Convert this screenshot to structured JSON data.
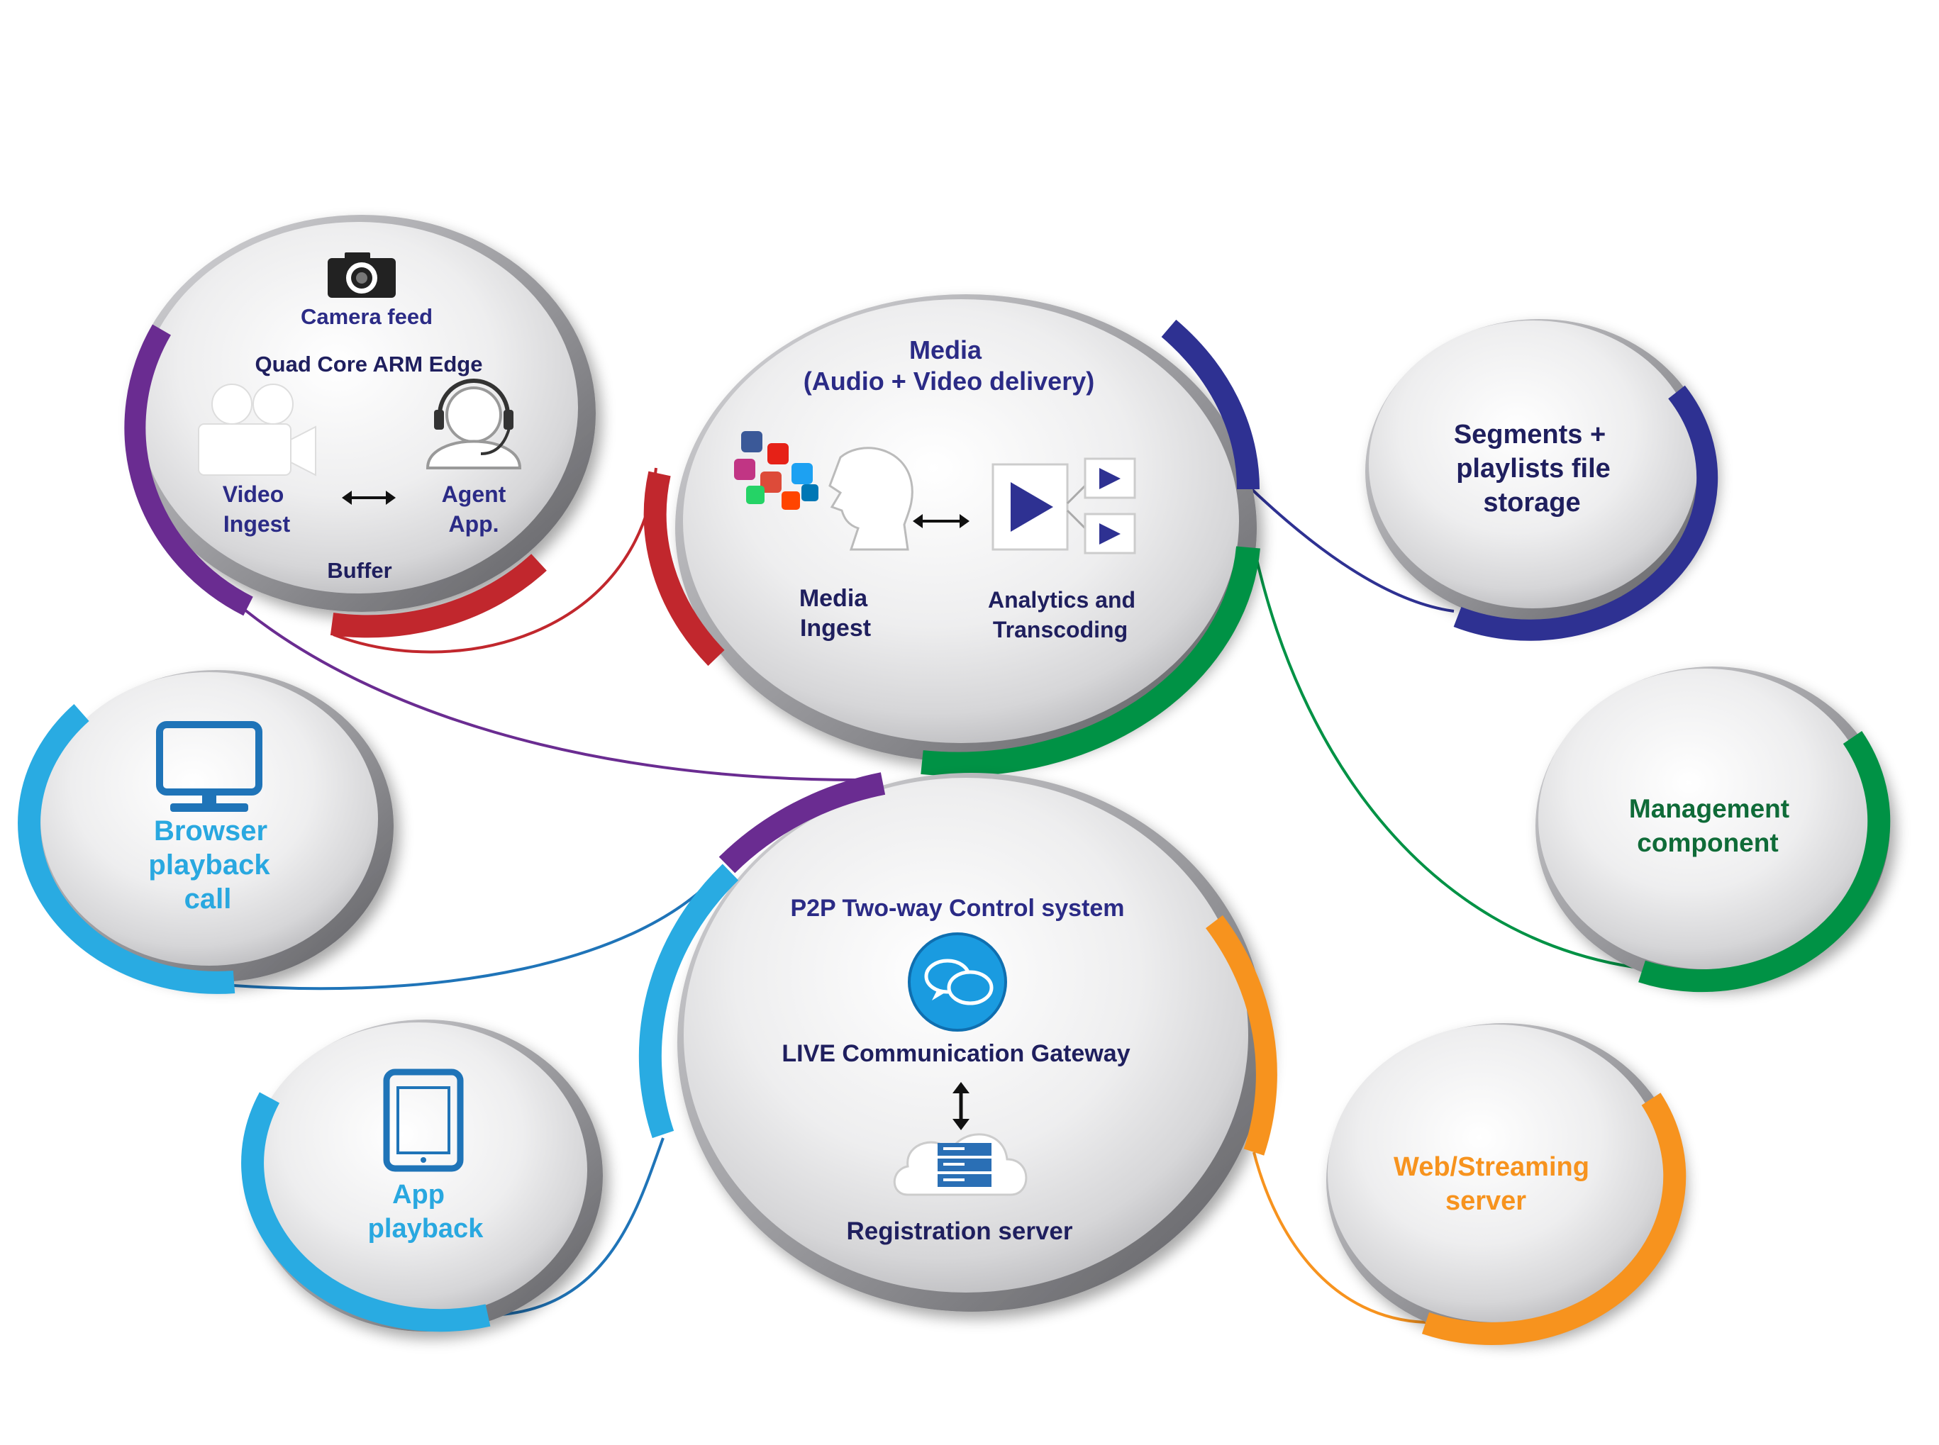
{
  "colors": {
    "purple": "#6a2c91",
    "red": "#c1272d",
    "navy": "#2e3192",
    "green": "#009245",
    "light_blue": "#29abe2",
    "orange": "#f7931e",
    "text_dark": "#1f1f5e",
    "text_blue": "#2b2b86",
    "text_green": "#0f6b38"
  },
  "edge": {
    "camera_feed": "Camera feed",
    "device": "Quad Core ARM Edge",
    "video_ingest_l1": "Video",
    "video_ingest_l2": "Ingest",
    "agent_l1": "Agent",
    "agent_l2": "App.",
    "buffer": "Buffer",
    "icons": [
      "camera-icon",
      "video-camera-icon",
      "headset-agent-icon",
      "bidirectional-arrow-icon"
    ]
  },
  "media": {
    "title_l1": "Media",
    "title_l2": "(Audio + Video delivery)",
    "ingest_l1": "Media",
    "ingest_l2": "Ingest",
    "analytics_l1": "Analytics and",
    "analytics_l2": "Transcoding",
    "icons": [
      "social-media-icons",
      "speaking-head-icon",
      "play-transcode-icon",
      "bidirectional-arrow-icon"
    ]
  },
  "storage": {
    "l1": "Segments +",
    "l2": "playlists file",
    "l3": "storage"
  },
  "management": {
    "l1": "Management",
    "l2": "component"
  },
  "browser": {
    "l1": "Browser",
    "l2": "playback",
    "l3": "call",
    "icon": "monitor-icon"
  },
  "app": {
    "l1": "App",
    "l2": "playback",
    "icon": "tablet-icon"
  },
  "control": {
    "title": "P2P Two-way Control system",
    "gateway": "LIVE Communication Gateway",
    "server": "Registration server",
    "icons": [
      "chat-bubbles-icon",
      "vertical-arrow-icon",
      "cloud-server-icon"
    ]
  },
  "web": {
    "l1": "Web/Streaming",
    "l2": "server"
  }
}
